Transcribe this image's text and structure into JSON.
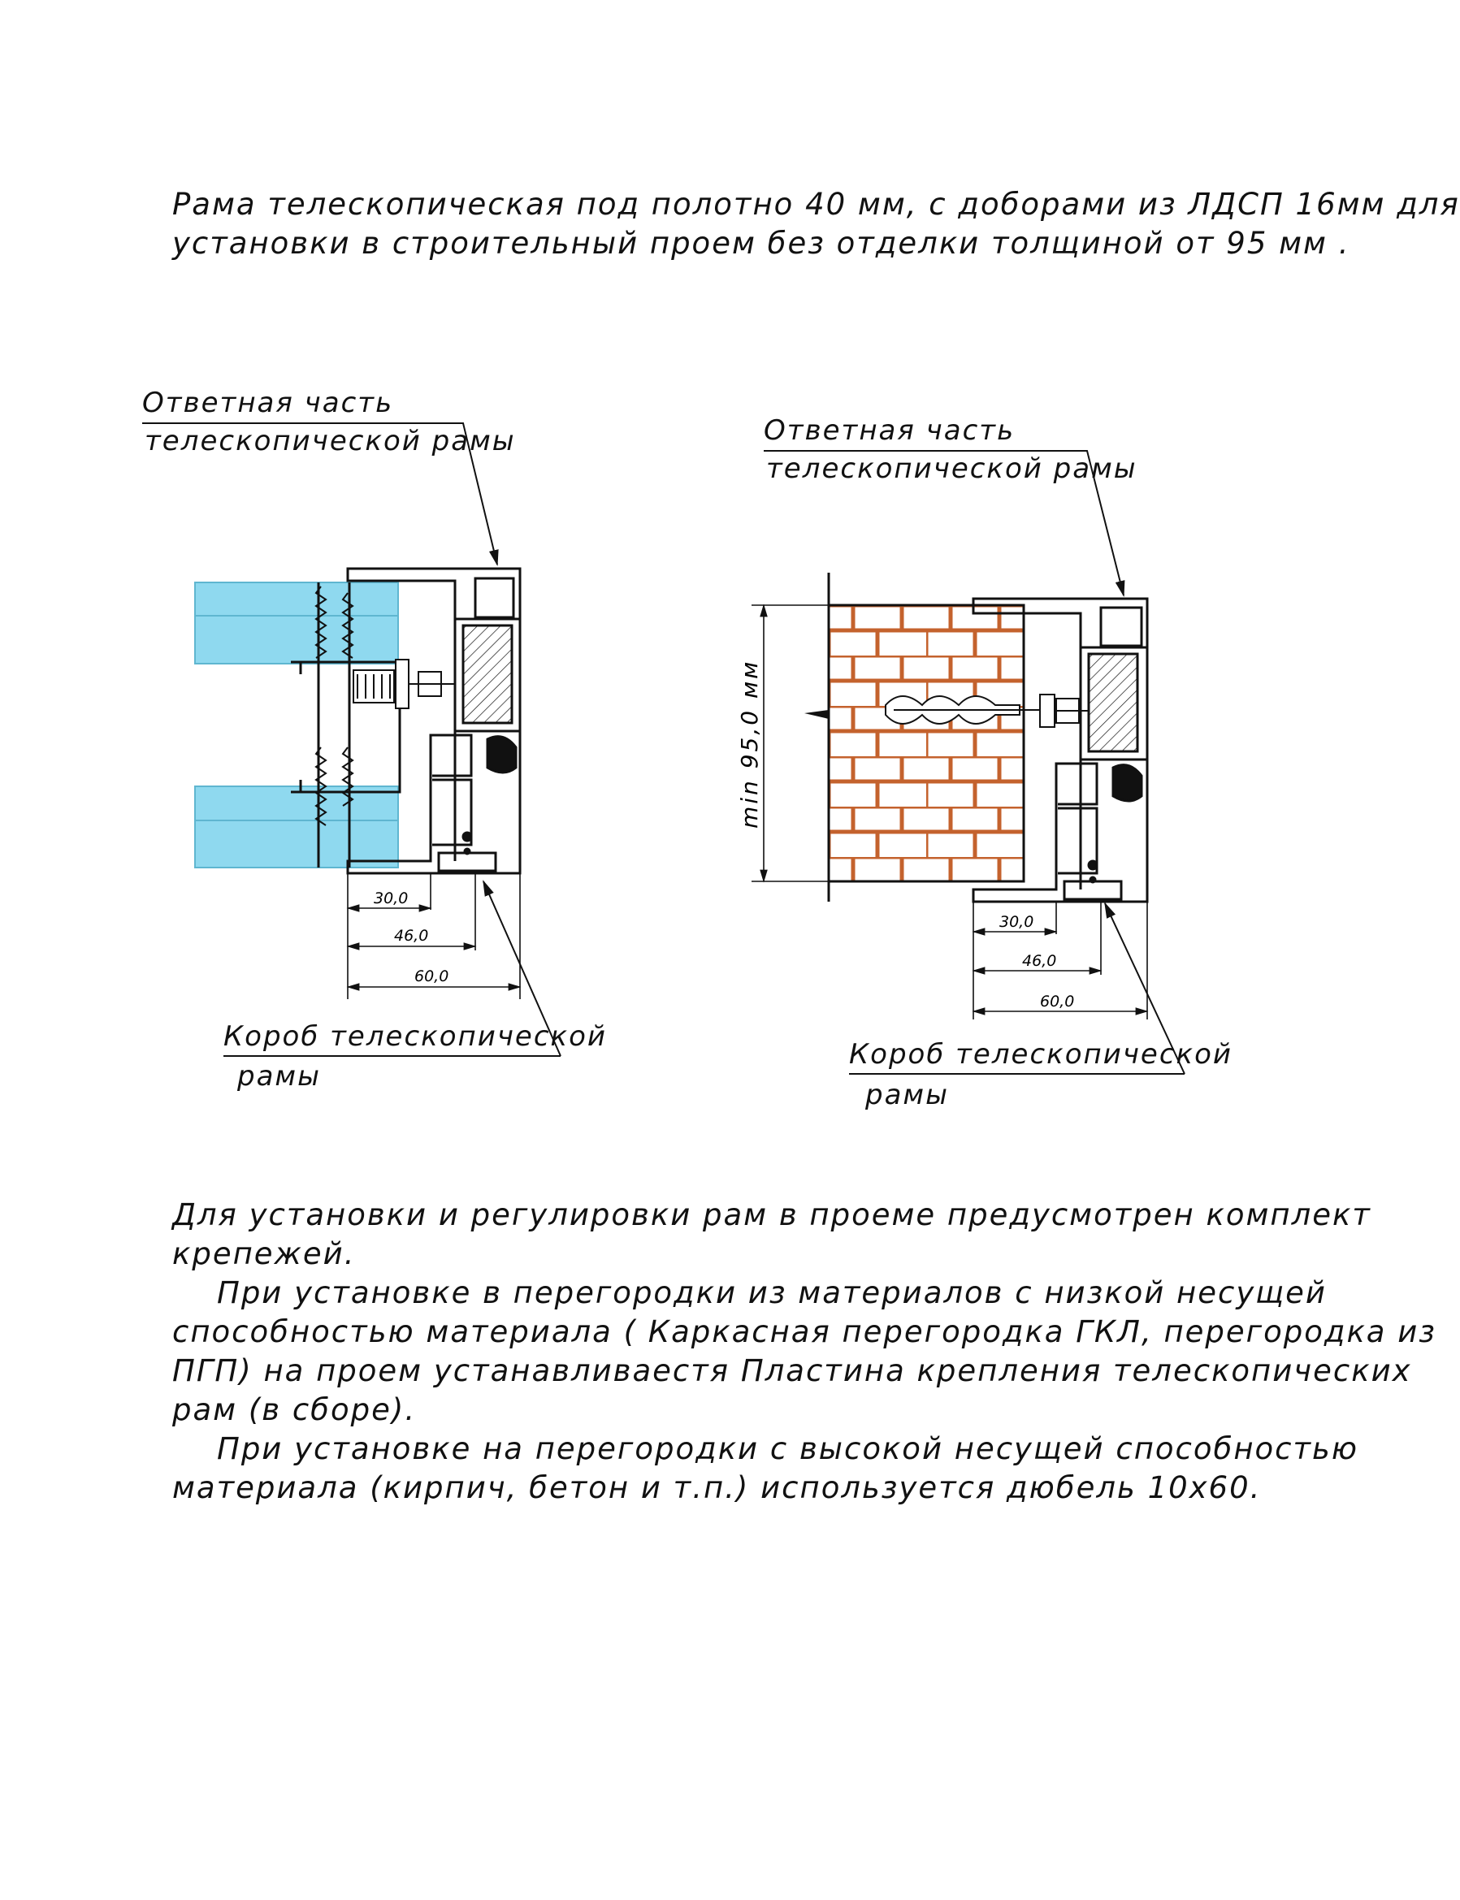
{
  "heading": {
    "line1": "Рама телескопическая под полотно 40 мм, с доборами из ЛДСП 16мм для",
    "line2": "установки в строительный проем без отделки толщиной  от 95 мм ."
  },
  "left_drawing": {
    "top_label_1": "Ответная часть",
    "top_label_2": "телескопической рамы",
    "bottom_label_1": "Короб телескопической",
    "bottom_label_2": "рамы",
    "dim_30": "30,0",
    "dim_46": "46,0",
    "dim_60": "60,0"
  },
  "right_drawing": {
    "top_label_1": "Ответная часть",
    "top_label_2": "телескопической рамы",
    "bottom_label_1": "Короб телескопической",
    "bottom_label_2": "рамы",
    "dim_30": "30,0",
    "dim_46": "46,0",
    "dim_60": "60,0",
    "dim_wall": "min 95,0 мм"
  },
  "paragraph": {
    "line1": "Для установки и регулировки рам в проеме предусмотрен комплект",
    "line2": "крепежей.",
    "line3": "При установке в перегородки из материалов с низкой несущей",
    "line4": "способностью материала ( Каркасная перегородка ГКЛ, перегородка из",
    "line5": "ПГП) на проем устанавливаестя Пластина крепления телескопических",
    "line6": "рам (в сборе).",
    "line7": "При установке на перегородки с высокой несущей способностью",
    "line8": "материала (кирпич, бетон и т.п.) используется дюбель 10х60."
  },
  "colors": {
    "gkl_panel": "#8fd9ef",
    "brick_fill": "#ffffff",
    "brick_mortar": "#c4622d",
    "ink": "#111111"
  }
}
